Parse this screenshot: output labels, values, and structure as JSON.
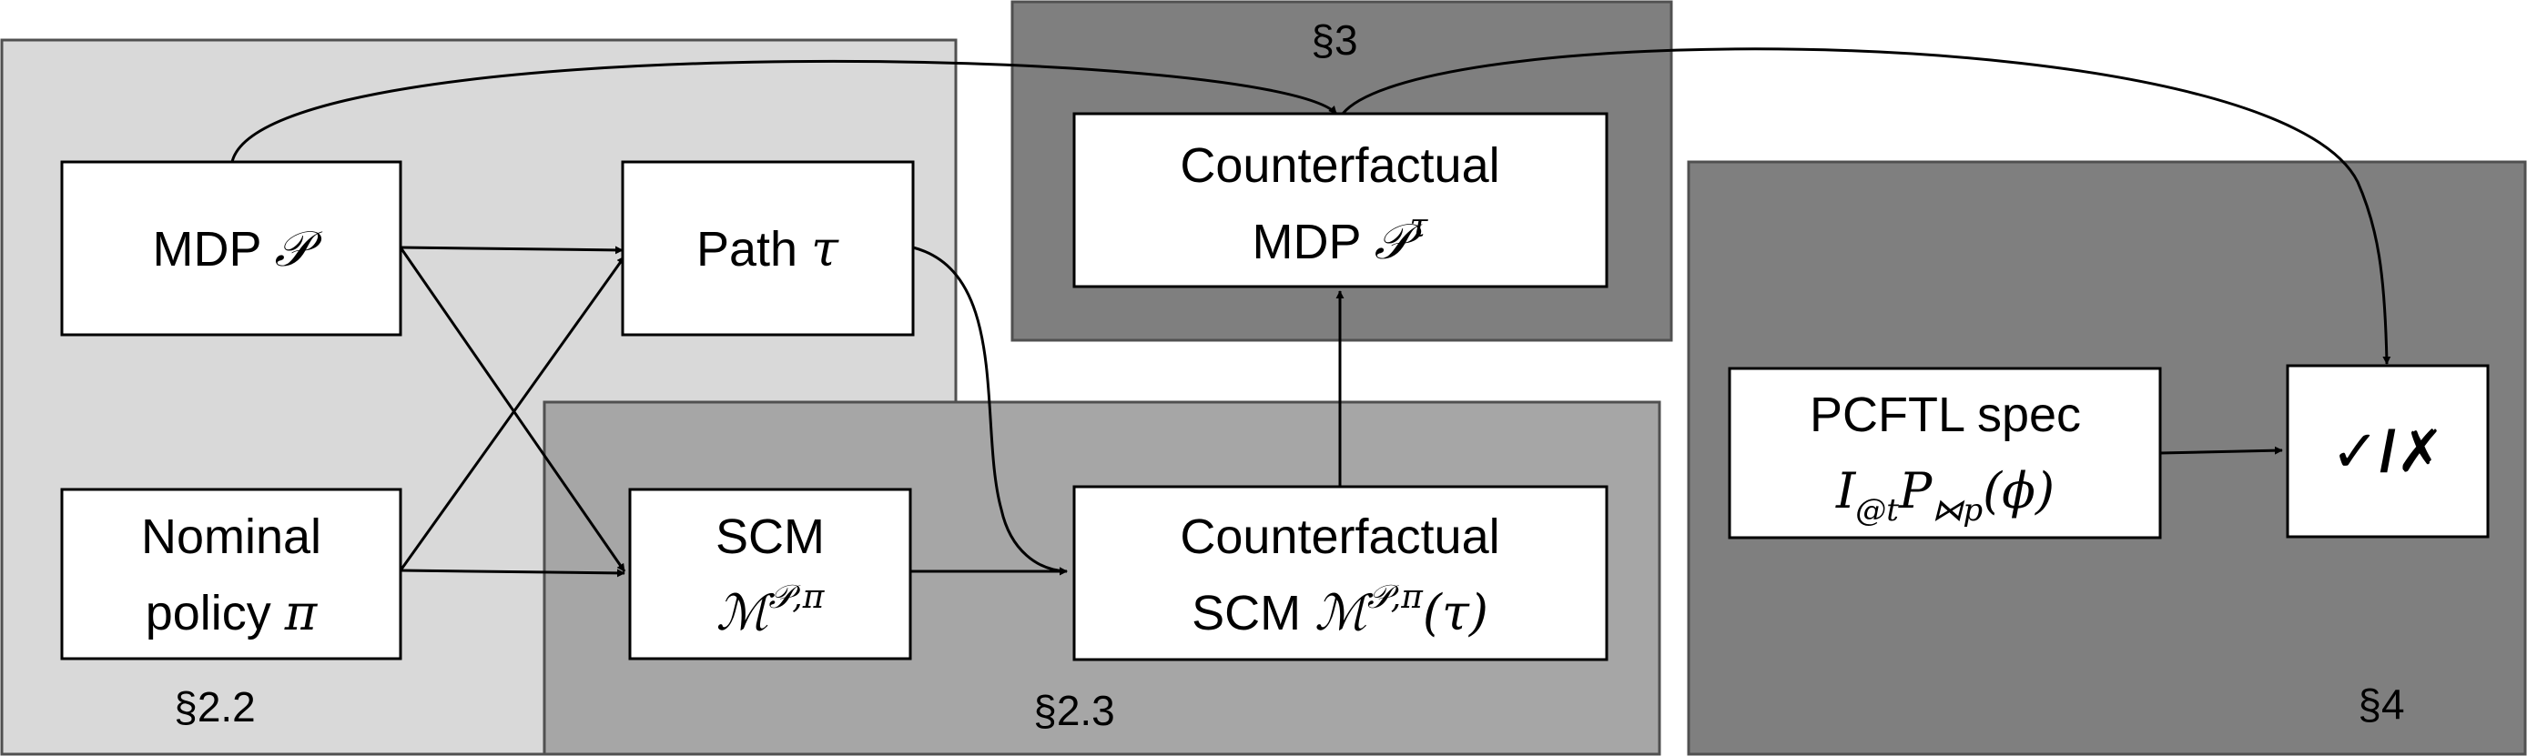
{
  "regions": {
    "s22": {
      "label": "§2.2",
      "fill": "#d9d9d9"
    },
    "s23": {
      "label": "§2.3",
      "fill": "#a6a6a6"
    },
    "s3": {
      "label": "§3",
      "fill": "#7f7f7f"
    },
    "s4": {
      "label": "§4",
      "fill": "#7f7f7f"
    }
  },
  "nodes": {
    "mdp": {
      "text": "MDP",
      "math": "𝒫"
    },
    "policy": {
      "line1": "Nominal",
      "line2": "policy",
      "math": "π"
    },
    "path": {
      "text": "Path",
      "math": "τ"
    },
    "scm": {
      "line1": "SCM",
      "math": "ℳ",
      "sup": "𝒫,π"
    },
    "cf_mdp": {
      "line1": "Counterfactual",
      "line2": "MDP",
      "math": "𝒫",
      "sup": "τ"
    },
    "cf_scm": {
      "line1": "Counterfactual",
      "line2": "SCM",
      "math": "ℳ",
      "sup": "𝒫,π",
      "arg": "(τ)"
    },
    "pcftl": {
      "line1": "PCFTL spec",
      "I": "I",
      "I_sub": "@t",
      "P": "P",
      "P_sub": "⋈p",
      "arg": "(ϕ)"
    },
    "verdict": {
      "text": "✓/✗"
    }
  }
}
